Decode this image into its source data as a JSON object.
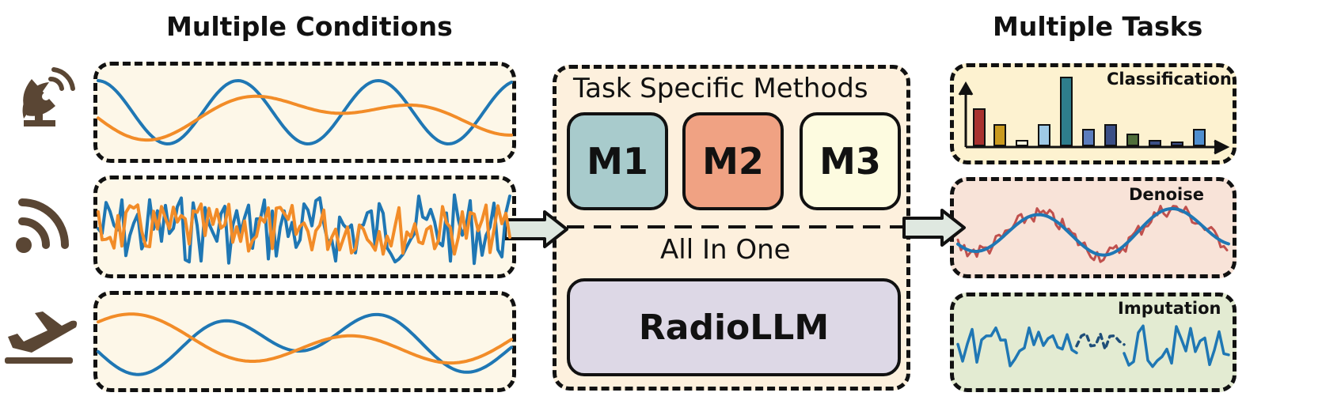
{
  "headers": {
    "left": "Multiple Conditions",
    "right": "Multiple Tasks"
  },
  "center": {
    "title": "Task Specific Methods",
    "methods": [
      {
        "label": "M1",
        "color": "#a8cbcc"
      },
      {
        "label": "M2",
        "color": "#f0a283"
      },
      {
        "label": "M3",
        "color": "#fdfbe0"
      }
    ],
    "all_in_one": "All In One",
    "model": "RadioLLM",
    "model_color": "#ddd8e6",
    "panel_color": "#fdf0dd"
  },
  "conditions": [
    {
      "icon": "satellite-dish-icon",
      "bg": "#fdf7e8"
    },
    {
      "icon": "wireless-signal-icon",
      "bg": "#fdf7e8"
    },
    {
      "icon": "airplane-icon",
      "bg": "#fdf7e8"
    }
  ],
  "tasks": [
    {
      "label": "Classification",
      "bg": "#fdf2d0"
    },
    {
      "label": "Denoise",
      "bg": "#f8e3d8"
    },
    {
      "label": "Imputation",
      "bg": "#e3ebd2"
    }
  ],
  "colors": {
    "blue": "#1f77b4",
    "orange": "#f28c28",
    "red_noisy": "#c0504d",
    "icon_brown": "#5a4634",
    "arrow_fill": "#dfe8e0"
  }
}
